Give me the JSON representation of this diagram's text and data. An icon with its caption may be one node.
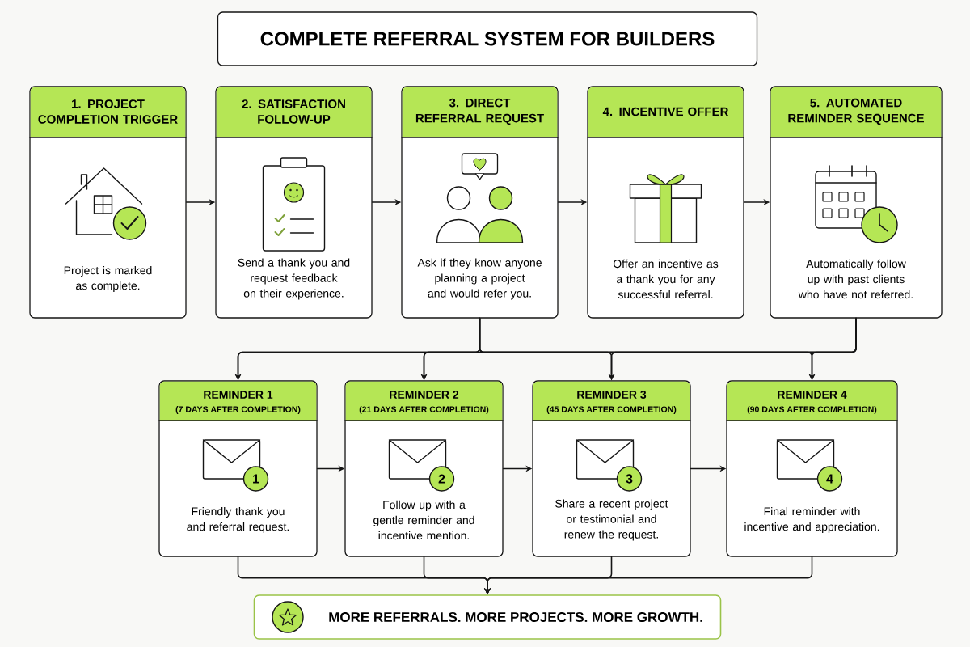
{
  "diagram": {
    "title": "COMPLETE REFERRAL SYSTEM FOR BUILDERS",
    "nodes": [
      {
        "text": [
          "1. PROJECT COMPLETION TRIGGER",
          "Project is marked as complete."
        ]
      },
      {
        "text": [
          "2. SATISFACTION FOLLOW-UP",
          "Send a thank you and request feedback on their experience."
        ]
      },
      {
        "text": [
          "3. DIRECT REFERRAL REQUEST",
          "Ask if they know anyone planning a project and would refer you."
        ]
      },
      {
        "text": [
          "4. INCENTIVE OFFER",
          "Offer an incentive as a thank you for any successful referral."
        ]
      },
      {
        "text": [
          "5. AUTOMATED REMINDER SEQUENCE",
          "Automatically follow up with past clients who have not referred."
        ]
      },
      {
        "text": [
          "REMINDER 1",
          "(7 DAYS AFTER COMPLETION)",
          "Friendly thank you and referral request."
        ]
      },
      {
        "text": [
          "REMINDER 2",
          "(21 DAYS AFTER COMPLETION)",
          "Follow up with a gentle reminder and incentive mention."
        ]
      },
      {
        "text": [
          "REMINDER 3",
          "(45 DAYS AFTER COMPLETION)",
          "Share a recent project or testimonial and renew the request."
        ]
      },
      {
        "text": [
          "REMINDER 4",
          "(90 DAYS AFTER COMPLETION)",
          "Final reminder with incentive and appreciation."
        ]
      },
      {
        "text": [
          "MORE REFERRALS. MORE PROJECTS. MORE GROWTH."
        ]
      }
    ],
    "edges": [
      {
        "from": 0,
        "to": 1,
        "arrow": "to"
      },
      {
        "from": 1,
        "to": 2,
        "arrow": "to"
      },
      {
        "from": 2,
        "to": 3,
        "arrow": "to"
      },
      {
        "from": 3,
        "to": 4,
        "arrow": "to"
      },
      {
        "from": 2,
        "to": 5,
        "arrow": "to"
      },
      {
        "from": 2,
        "to": 6,
        "arrow": "to"
      },
      {
        "from": 2,
        "to": 7,
        "arrow": "to"
      },
      {
        "from": 2,
        "to": 8,
        "arrow": "to"
      },
      {
        "from": 4,
        "to": 5,
        "arrow": "to"
      },
      {
        "from": 4,
        "to": 6,
        "arrow": "to"
      },
      {
        "from": 4,
        "to": 7,
        "arrow": "to"
      },
      {
        "from": 4,
        "to": 8,
        "arrow": "to"
      },
      {
        "from": 5,
        "to": 6,
        "arrow": "to"
      },
      {
        "from": 6,
        "to": 7,
        "arrow": "to"
      },
      {
        "from": 7,
        "to": 8,
        "arrow": "to"
      },
      {
        "from": 5,
        "to": 9,
        "arrow": "to"
      },
      {
        "from": 6,
        "to": 9,
        "arrow": "to"
      },
      {
        "from": 7,
        "to": 9,
        "arrow": "to"
      },
      {
        "from": 8,
        "to": 9,
        "arrow": "to"
      }
    ],
    "labels": [
      "1",
      "2",
      "3",
      "4"
    ]
  }
}
